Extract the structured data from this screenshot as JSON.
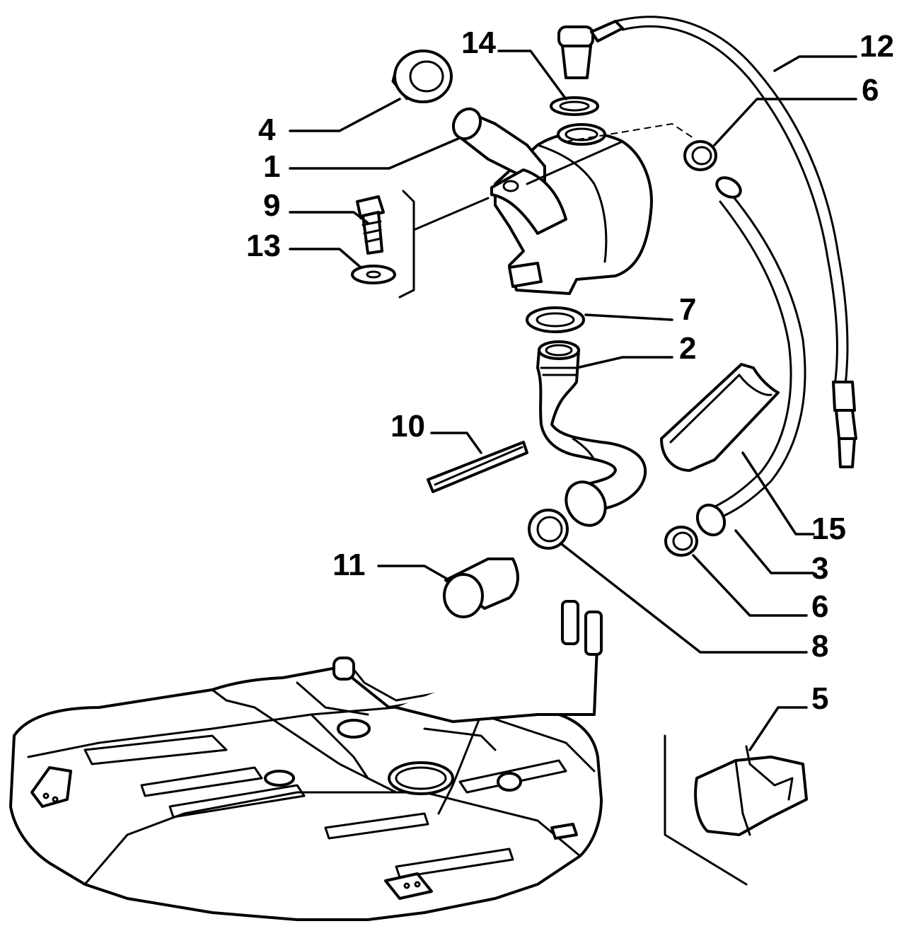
{
  "callouts": {
    "c1": "1",
    "c2": "2",
    "c3": "3",
    "c4": "4",
    "c5": "5",
    "c6a": "6",
    "c6b": "6",
    "c7": "7",
    "c8": "8",
    "c9": "9",
    "c10": "10",
    "c11": "11",
    "c12": "12",
    "c13": "13",
    "c14": "14",
    "c15": "15"
  },
  "colors": {
    "line": "#000000",
    "background": "#ffffff"
  }
}
